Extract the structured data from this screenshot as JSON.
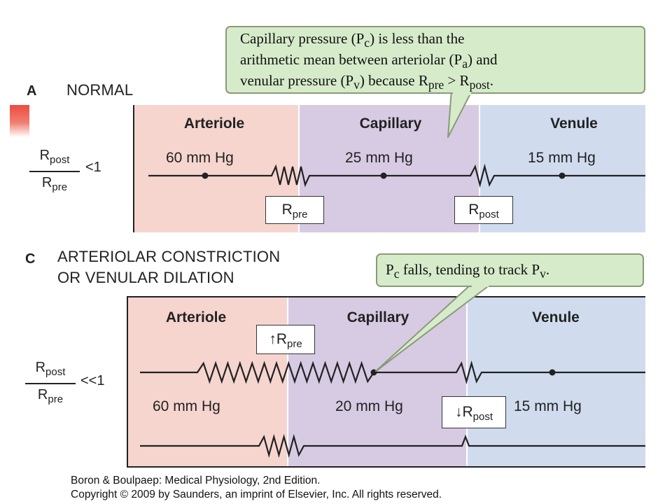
{
  "colors": {
    "arteriole": "#f6d5cf",
    "capillary": "#d7cbe3",
    "venule": "#d0dcee",
    "bubble": "#d6ebca",
    "line": "#222222"
  },
  "panel_a": {
    "letter": "A",
    "heading": "NORMAL",
    "callout": {
      "l1_a": "Capillary pressure (P",
      "l1_sub": "c",
      "l1_b": ") is less than the",
      "l2_a": "arithmetic mean between arteriolar (P",
      "l2_sub": "a",
      "l2_b": ") and",
      "l3_a": "venular pressure (P",
      "l3_sub1": "v",
      "l3_b": ") because R",
      "l3_sub2": "pre",
      "l3_c": " > R",
      "l3_sub3": "post",
      "l3_d": "."
    },
    "segments": {
      "arteriole": "Arteriole",
      "capillary": "Capillary",
      "venule": "Venule"
    },
    "pressures": {
      "arteriole": "60 mm Hg",
      "capillary": "25 mm Hg",
      "venule": "15 mm Hg"
    },
    "ratio": {
      "num_r": "R",
      "num_sub": "post",
      "den_r": "R",
      "den_sub": "pre",
      "rel": "<1"
    },
    "rpre_box": {
      "r": "R",
      "sub": "pre"
    },
    "rpost_box": {
      "r": "R",
      "sub": "post"
    }
  },
  "panel_c": {
    "letter": "C",
    "heading_line1": "ARTERIOLAR CONSTRICTION",
    "heading_line2": "OR VENULAR DILATION",
    "callout": {
      "a": "P",
      "sub1": "c",
      "b": " falls, tending to track P",
      "sub2": "v",
      "c": "."
    },
    "segments": {
      "arteriole": "Arteriole",
      "capillary": "Capillary",
      "venule": "Venule"
    },
    "pressures": {
      "arteriole": "60 mm Hg",
      "capillary": "20 mm Hg",
      "venule": "15 mm Hg"
    },
    "ratio": {
      "num_r": "R",
      "num_sub": "post",
      "den_r": "R",
      "den_sub": "pre",
      "rel": "<<1"
    },
    "rpre_box": {
      "arrow": "↑",
      "r": "R",
      "sub": "pre"
    },
    "rpost_box": {
      "arrow": "↓",
      "r": "R",
      "sub": "post"
    }
  },
  "credit": {
    "line1": "Boron & Boulpaep: Medical Physiology, 2nd Edition.",
    "line2": "Copyright © 2009 by Saunders, an imprint of Elsevier, Inc. All rights reserved."
  }
}
